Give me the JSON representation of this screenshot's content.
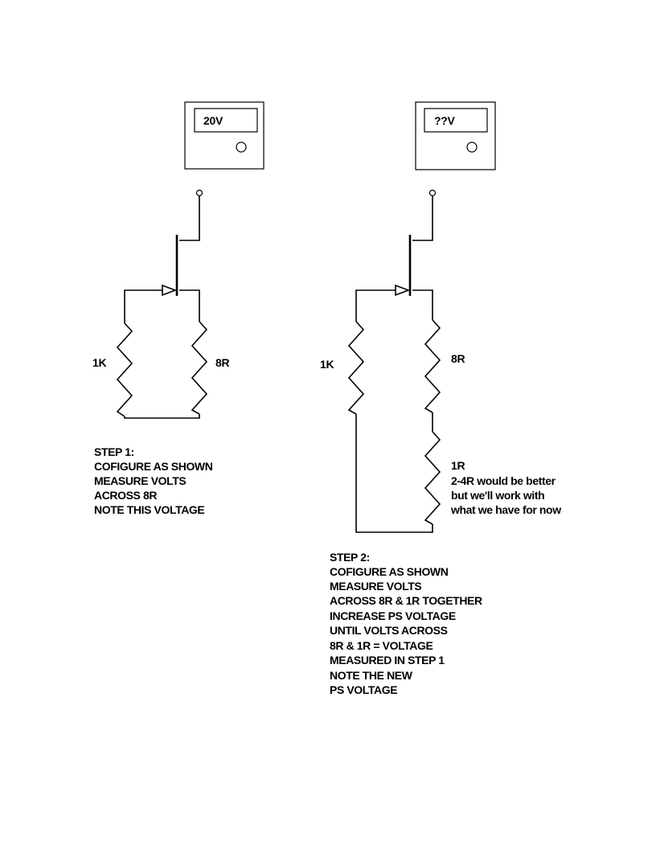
{
  "circuit_1": {
    "meter_reading": "20V",
    "base_resistor_label": "1K",
    "load_resistor_label": "8R",
    "instructions": [
      "STEP 1:",
      "COFIGURE AS SHOWN",
      "MEASURE VOLTS",
      "ACROSS 8R",
      "NOTE THIS VOLTAGE"
    ]
  },
  "circuit_2": {
    "meter_reading": "??V",
    "base_resistor_label": "1K",
    "load_resistor_label": "8R",
    "sense_resistor_label": "1R",
    "sense_resistor_note": [
      "2-4R would be better",
      "but we'll work with",
      "what we have for now"
    ],
    "instructions": [
      "STEP 2:",
      "COFIGURE AS SHOWN",
      "MEASURE VOLTS",
      "ACROSS 8R & 1R TOGETHER",
      "INCREASE PS VOLTAGE",
      "UNTIL VOLTS ACROSS",
      "8R & 1R = VOLTAGE",
      "MEASURED IN STEP 1",
      "NOTE THE NEW",
      "PS VOLTAGE"
    ]
  }
}
